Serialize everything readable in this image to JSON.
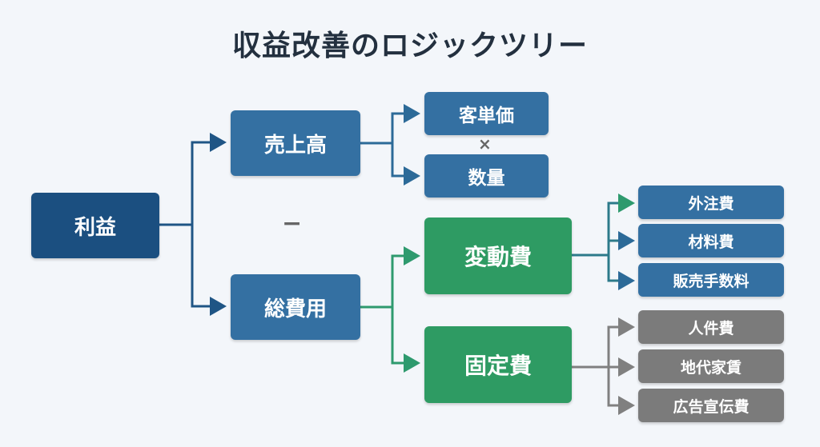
{
  "title": "収益改善のロジックツリー",
  "nodes": {
    "profit": "利益",
    "sales": "売上高",
    "total_cost": "総費用",
    "unit_price": "客単価",
    "quantity": "数量",
    "variable_cost": "変動費",
    "fixed_cost": "固定費",
    "variable_items": [
      "外注費",
      "材料費",
      "販売手数料"
    ],
    "fixed_items": [
      "人件費",
      "地代家賃",
      "広告宣伝費"
    ]
  },
  "operators": {
    "minus": "−",
    "times": "×"
  },
  "colors": {
    "root": "#1b4f80",
    "level_blue": "#3470a2",
    "level_green": "#2e9b63",
    "level_gray": "#7b7b7b",
    "link_blue": "#1f5585",
    "link_green": "#2e9a6e",
    "link_gray": "#808080"
  }
}
